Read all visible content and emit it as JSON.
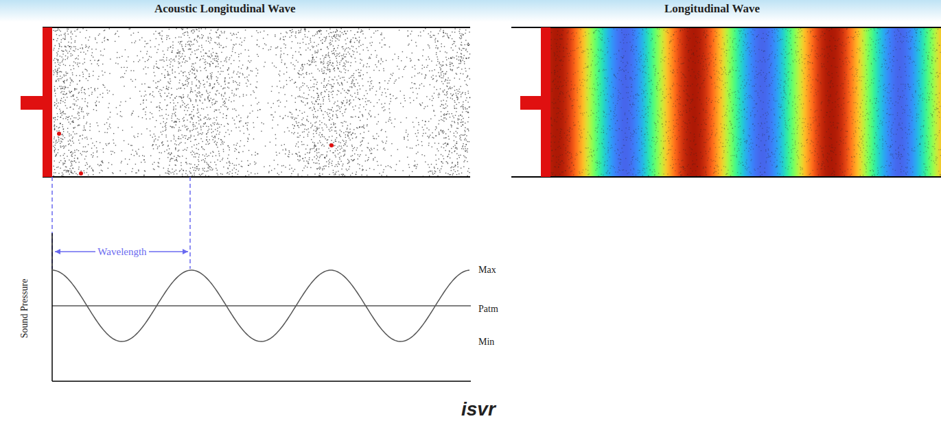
{
  "diagram": {
    "labels": [
      "Acoustic Longitudinal Wave",
      "Longitudinal Wave",
      "Wavelength",
      "Sound Pressure",
      "Max",
      "Patm",
      "Min",
      "isvr"
    ]
  }
}
